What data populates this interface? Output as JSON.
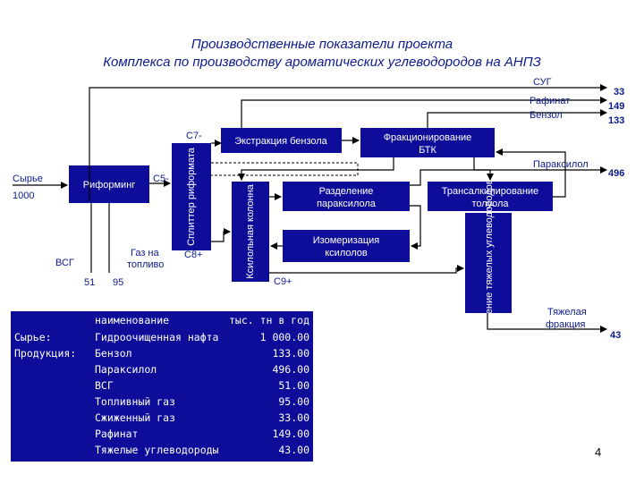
{
  "title": {
    "line1": "Производственные показатели проекта",
    "line2": "Комплекса по производству ароматических углеводородов на АНПЗ"
  },
  "units": {
    "riforming": "Риформинг",
    "splitter": "Сплиттер риформата",
    "extraction": "Экстракция бензола",
    "fractionation_line1": "Фракционирование",
    "fractionation_line2": "БТК",
    "xylene_column": "Ксилольная колонна",
    "paraxylene_sep_line1": "Разделение",
    "paraxylene_sep_line2": "параксилола",
    "isomerization_line1": "Изомеризация",
    "isomerization_line2": "ксилолов",
    "transalkylation_line1": "Трансалкилирование",
    "transalkylation_line2": "толуола",
    "heavy_sep": "Разделение тяжелых углеводородов"
  },
  "streams": {
    "feed": "Сырье",
    "feed_value": "1000",
    "c5": "C5-",
    "c7": "C7-",
    "c8": "C8+",
    "c9": "C9+",
    "vsg": "ВСГ",
    "vsg_value": "51",
    "fuel_gas_line1": "Газ на",
    "fuel_gas_line2": "топливо",
    "fuel_gas_value": "95",
    "lpg": "СУГ",
    "raffinate": "Рафинат",
    "benzene": "Бензол",
    "products_values": [
      "33",
      "149",
      "133"
    ],
    "paraxylene": "Параксилол",
    "paraxylene_value": "496",
    "heavy_line1": "Тяжелая",
    "heavy_line2": "фракция",
    "heavy_value": "43"
  },
  "table": {
    "header_name": "наименование",
    "header_unit": "тыс. тн в год",
    "rows": [
      {
        "category": "Сырье:",
        "name": "Гидроочищенная нафта",
        "value": "1 000.00"
      },
      {
        "category": "Продукция:",
        "name": "Бензол",
        "value": "133.00"
      },
      {
        "category": "",
        "name": "Параксилол",
        "value": "496.00"
      },
      {
        "category": "",
        "name": "ВСГ",
        "value": "51.00"
      },
      {
        "category": "",
        "name": "Топливный газ",
        "value": "95.00"
      },
      {
        "category": "",
        "name": "Сжиженный газ",
        "value": "33.00"
      },
      {
        "category": "",
        "name": "Рафинат",
        "value": "149.00"
      },
      {
        "category": "",
        "name": "Тяжелые углеводороды",
        "value": "43.00"
      }
    ]
  },
  "page_number": "4"
}
